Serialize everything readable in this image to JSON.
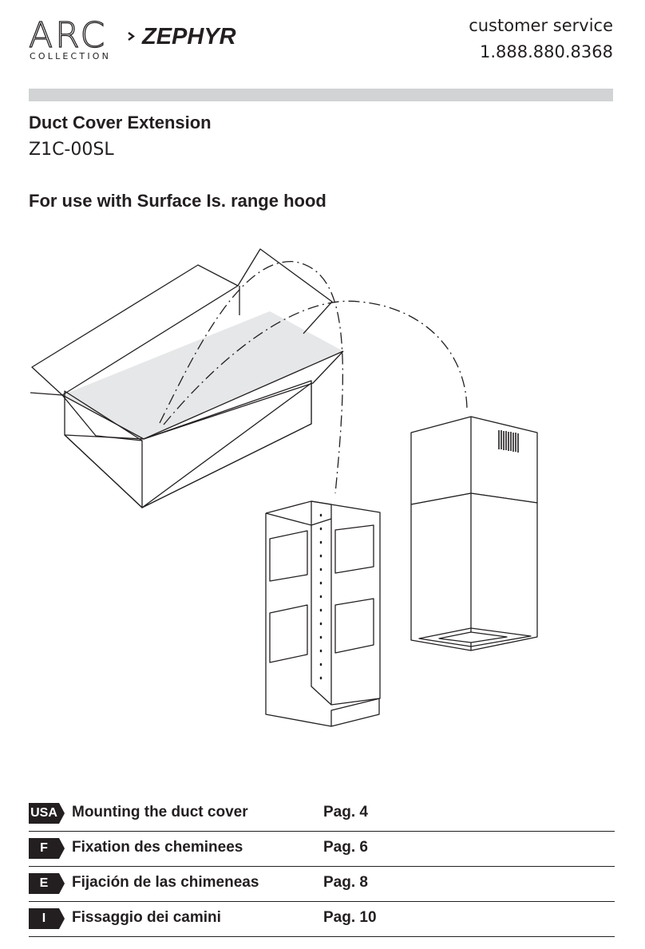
{
  "header": {
    "brand_primary": "ARC",
    "brand_tagline": "COLLECTION",
    "brand_secondary": "ZEPHYR",
    "service_label": "customer service",
    "service_phone": "1.888.880.8368"
  },
  "document": {
    "title": "Duct Cover Extension",
    "model": "Z1C-00SL",
    "subtitle": "For use with Surface Is. range hood"
  },
  "toc": [
    {
      "lang": "USA",
      "label": "Mounting the duct cover",
      "page": "Pag. 4"
    },
    {
      "lang": "F",
      "label": "Fixation des cheminees",
      "page": "Pag. 6"
    },
    {
      "lang": "E",
      "label": "Fijación de las chimeneas",
      "page": "Pag. 8"
    },
    {
      "lang": "I",
      "label": "Fissaggio dei camini",
      "page": "Pag. 10"
    }
  ],
  "colors": {
    "text": "#231f20",
    "bar": "#d1d3d4",
    "box_inside": "#e6e7e8"
  },
  "icons": [
    "arc-chevron-icon"
  ]
}
